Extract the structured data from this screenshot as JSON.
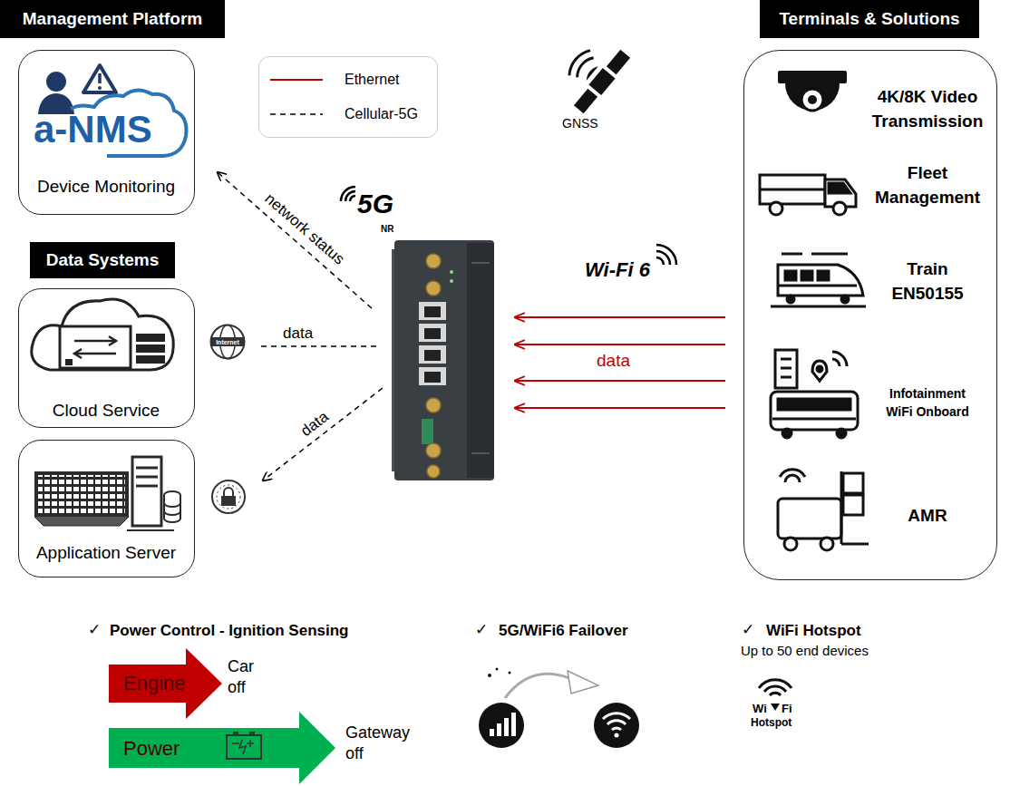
{
  "diagram": {
    "nodes": [
      {
        "text": [
          "Management Platform"
        ]
      },
      {
        "text": [
          "a-NMS",
          "Device Monitoring"
        ]
      },
      {
        "text": [
          "Data Systems"
        ]
      },
      {
        "text": [
          "Cloud Service"
        ]
      },
      {
        "text": [
          "Application Server"
        ]
      },
      {
        "text": [
          "Internet"
        ]
      },
      {
        "text": [
          "Terminals & Solutions"
        ]
      },
      {
        "text": [
          "4K/8K Video Transmission",
          "Fleet Management",
          "Train EN50155",
          "Infotainment WiFi Onboard",
          "AMR"
        ]
      },
      {
        "text": [
          "Engine"
        ]
      },
      {
        "text": [
          "Power"
        ]
      }
    ],
    "labels": [
      "GNSS",
      "5G",
      "NR",
      "network status",
      "data",
      "data",
      "Wi-Fi 6",
      "data",
      "✓",
      "Power Control - Ignition Sensing",
      "Car off",
      "Gateway off",
      "✓",
      "5G/WiFi6 Failover",
      "✓",
      "WiFi Hotspot",
      "Up to 50 end devices",
      "Wi",
      "Fi",
      "Hotspot"
    ],
    "legend": [
      {
        "text": "Ethernet"
      },
      {
        "text": "Cellular-5G"
      }
    ]
  }
}
